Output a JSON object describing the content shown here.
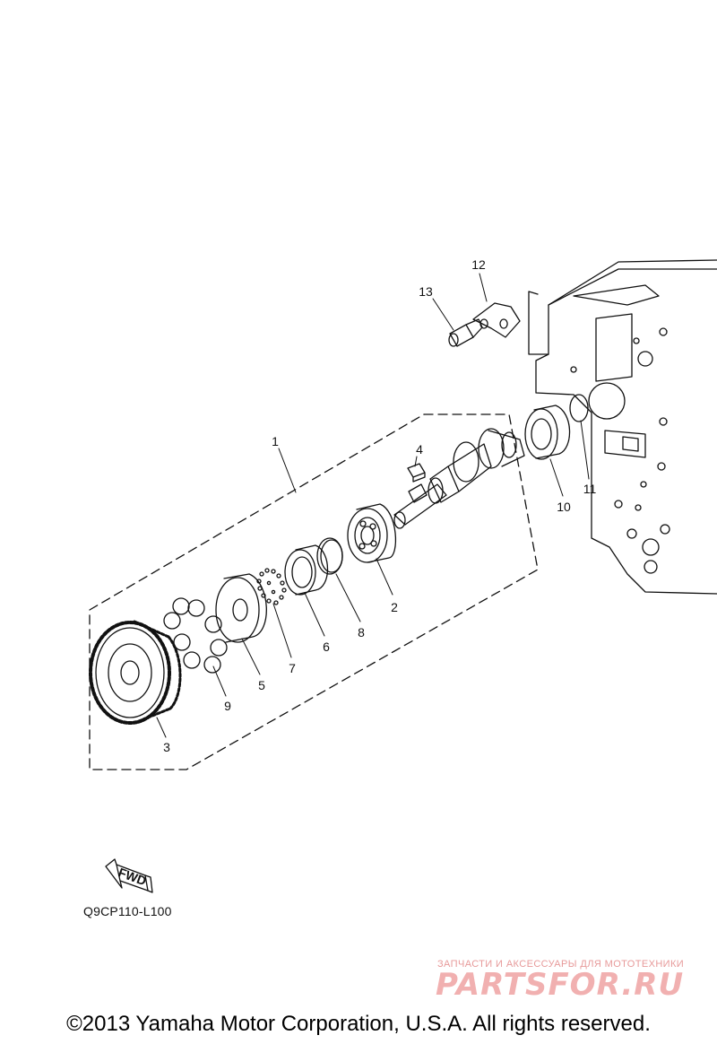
{
  "diagram": {
    "callouts": [
      {
        "id": "label-1",
        "text": "1"
      },
      {
        "id": "label-2",
        "text": "2"
      },
      {
        "id": "label-3",
        "text": "3"
      },
      {
        "id": "label-4",
        "text": "4"
      },
      {
        "id": "label-5",
        "text": "5"
      },
      {
        "id": "label-6",
        "text": "6"
      },
      {
        "id": "label-7",
        "text": "7"
      },
      {
        "id": "label-8",
        "text": "8"
      },
      {
        "id": "label-9",
        "text": "9"
      },
      {
        "id": "label-10",
        "text": "10"
      },
      {
        "id": "label-11",
        "text": "11"
      },
      {
        "id": "label-12",
        "text": "12"
      },
      {
        "id": "label-13",
        "text": "13"
      }
    ],
    "fwd_label": "FWD",
    "figure_code": "Q9CP110-L100"
  },
  "watermark": {
    "tagline": "ЗАПЧАСТИ И АКСЕССУАРЫ ДЛЯ МОТОТЕХНИКИ",
    "site": "PARTSFOR.RU"
  },
  "footer": {
    "copyright": "©2013 Yamaha Motor Corporation, U.S.A. All rights reserved."
  },
  "colors": {
    "line": "#111111",
    "watermark": "#f1b0b0"
  }
}
